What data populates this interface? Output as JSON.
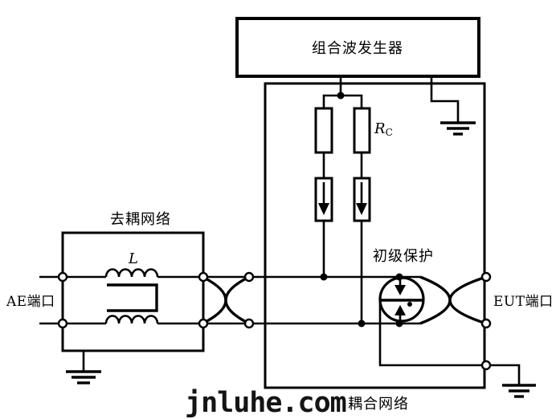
{
  "diagram": {
    "generator_label": "组合波发生器",
    "decoupling_network_label": "去耦网络",
    "coupling_network_label": "耦合网络",
    "primary_protection_label": "初级保护",
    "inductor_label": "L",
    "coupling_resistor_label_main": "R",
    "coupling_resistor_label_sub": "C",
    "ae_port_label": "AE端口",
    "eut_port_label": "EUT端口"
  },
  "watermark": {
    "text": "jnluhe.com"
  },
  "colors": {
    "line": "#000000",
    "background": "#ffffff",
    "watermark": "#141414"
  }
}
